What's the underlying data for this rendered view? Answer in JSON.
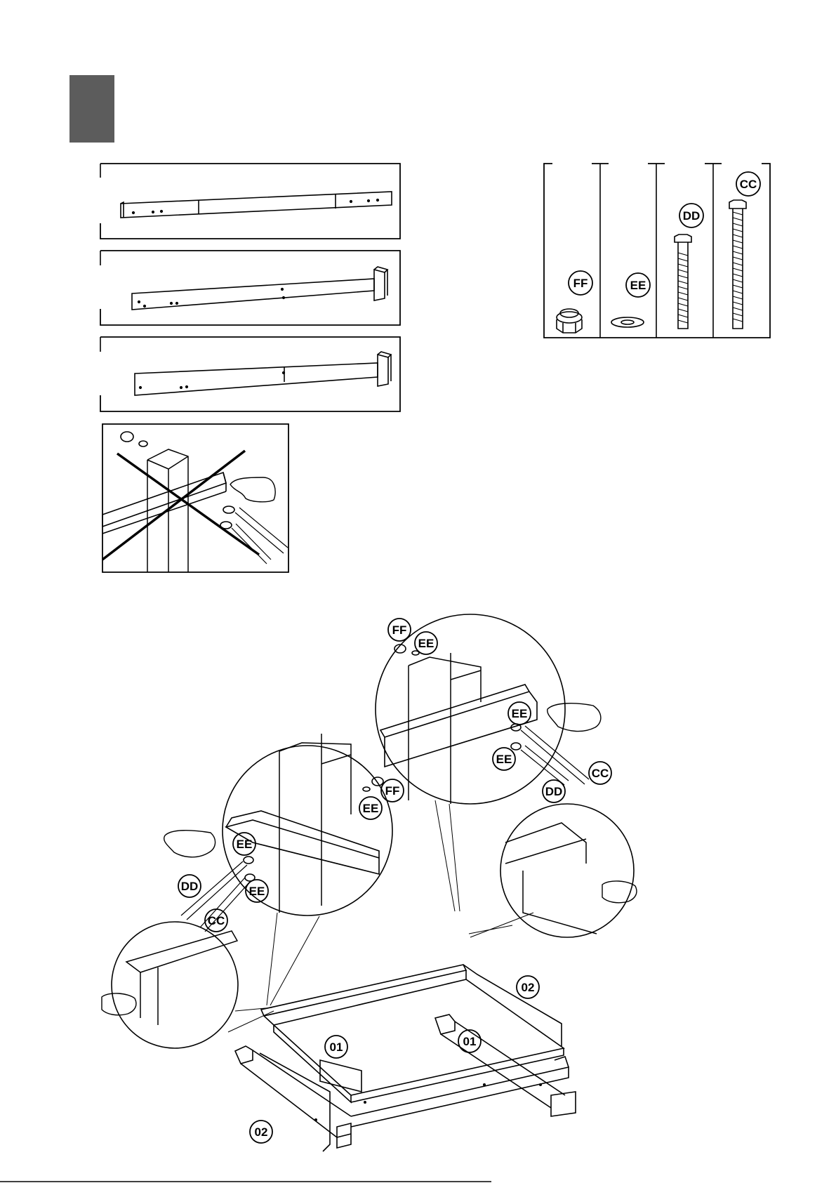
{
  "step": {
    "number": ""
  },
  "labels": {
    "nut": "FF",
    "washer": "EE",
    "bolt_short": "DD",
    "bolt_long": "CC",
    "part_01": "01",
    "part_02": "02"
  },
  "colors": {
    "step_block": "#5c5c5c",
    "line": "#000000"
  }
}
